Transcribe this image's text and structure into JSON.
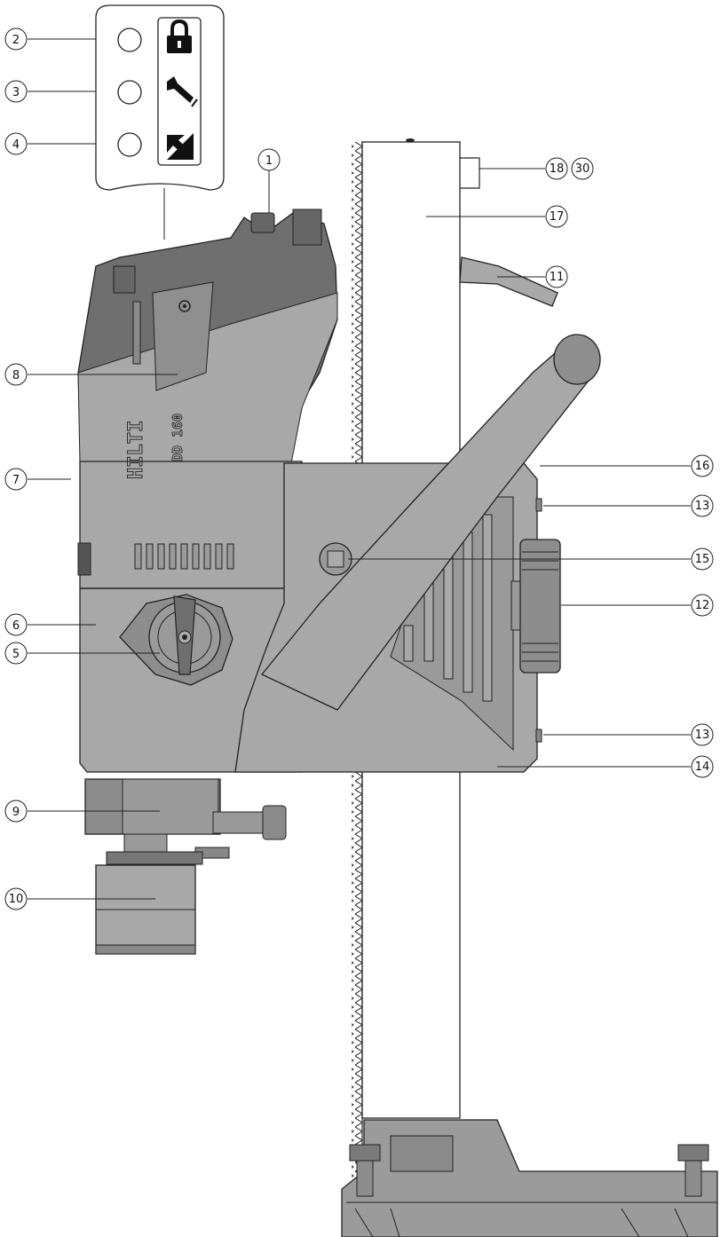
{
  "figure": {
    "model_label": "DD 160",
    "brand_label": "HILTI",
    "callouts": [
      "1",
      "2",
      "3",
      "4",
      "5",
      "6",
      "7",
      "8",
      "9",
      "10",
      "11",
      "12",
      "13",
      "13",
      "14",
      "15",
      "16",
      "17",
      "18",
      "30"
    ]
  },
  "indicator_panel": {
    "icons": [
      "lock-icon",
      "wrench-icon",
      "arrows-diagonal-icon"
    ]
  }
}
